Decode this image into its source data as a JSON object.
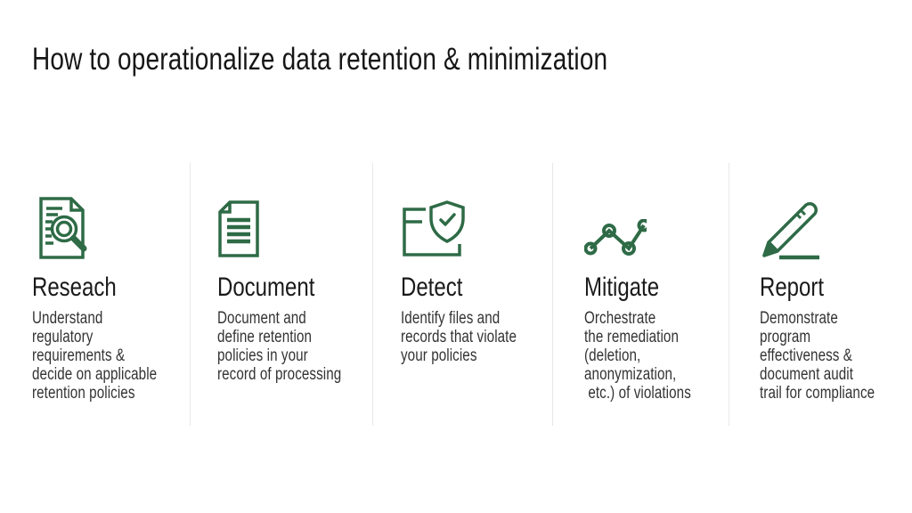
{
  "slide": {
    "title": "How to operationalize data retention & minimization"
  },
  "colors": {
    "accent_green": "#2e6b46",
    "divider_gray": "#e8e8e8",
    "title_text": "#161616",
    "body_text": "#333333",
    "background": "#ffffff"
  },
  "steps": [
    {
      "icon": "document-magnifier-icon",
      "title": "Reseach",
      "description": "Understand\nregulatory\nrequirements &\ndecide on applicable\nretention policies"
    },
    {
      "icon": "document-lines-icon",
      "title": "Document",
      "description": "Document and\ndefine retention\npolicies in your\nrecord of processing"
    },
    {
      "icon": "folder-shield-check-icon",
      "title": "Detect",
      "description": "Identify files and\nrecords that violate\nyour policies"
    },
    {
      "icon": "graph-nodes-icon",
      "title": "Mitigate",
      "description": "Orchestrate\nthe remediation\n(deletion,\nanonymization,\n etc.) of violations"
    },
    {
      "icon": "pencil-underline-icon",
      "title": "Report",
      "description": "Demonstrate\nprogram\neffectiveness &\ndocument audit\ntrail for compliance"
    }
  ]
}
